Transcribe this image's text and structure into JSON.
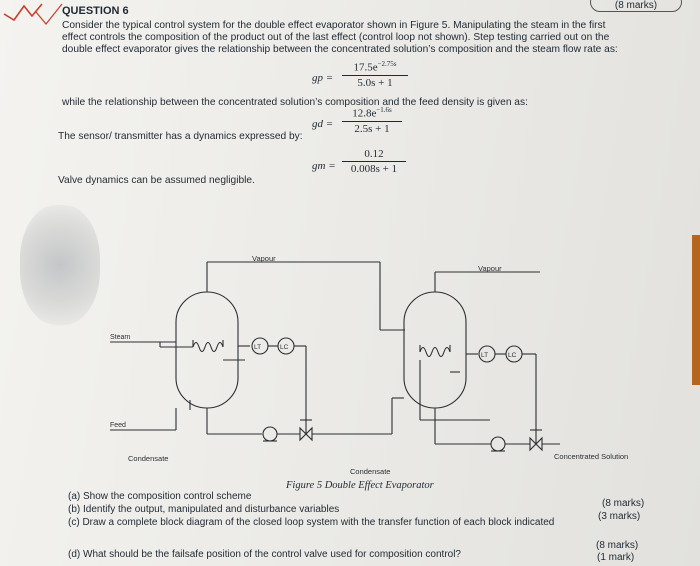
{
  "header": {
    "marks_tag": "(8 marks)",
    "question_title": "QUESTION 6"
  },
  "intro": {
    "line1": "Consider the typical control system for the double effect evaporator shown in Figure 5. Manipulating the steam in the first",
    "line2": "effect controls the composition of the product out of the last effect (control loop not shown). Step testing carried out on the",
    "line3": "double effect evaporator gives the relationship between the concentrated solution’s composition and the steam flow rate as:"
  },
  "eq_p": {
    "lhs": "gp =",
    "num": "17.5e",
    "num_exp": "−2.75s",
    "den": "5.0s + 1"
  },
  "feed_text": "while the relationship between the concentrated solution’s composition and the feed density is given as:",
  "eq_d": {
    "lhs": "gd =",
    "num": "12.8e",
    "num_exp": "−1.6s",
    "den": "2.5s + 1"
  },
  "sensor_text": "The sensor/ transmitter has a dynamics expressed by:",
  "eq_m": {
    "lhs": "gm =",
    "num": "0.12",
    "den": "0.008s + 1"
  },
  "valve_text": "Valve dynamics can be assumed negligible.",
  "diagram": {
    "labels": {
      "vapour1": "Vapour",
      "vapour2": "Vapour",
      "steam": "Steam",
      "feed": "Feed",
      "condensate1": "Condensate",
      "condensate2": "Condensate",
      "concentrated": "Concentrated Solution",
      "lt1": "LT",
      "lc1": "LC",
      "lt2": "LT",
      "lc2": "LC"
    },
    "caption": "Figure 5 Double Effect Evaporator"
  },
  "questions": [
    {
      "text": "(a)  Show the composition control scheme",
      "marks": ""
    },
    {
      "text": "(b)  Identify the output, manipulated and disturbance variables",
      "marks": "(8 marks)"
    },
    {
      "text": "(c)  Draw a complete block diagram of the closed loop system with the transfer function of each block indicated",
      "marks": "(3 marks)"
    },
    {
      "text": "(d)  What should be the failsafe position of the control valve used for composition control?",
      "marks": "(8 marks)"
    }
  ],
  "final_marks": "(1 mark)"
}
